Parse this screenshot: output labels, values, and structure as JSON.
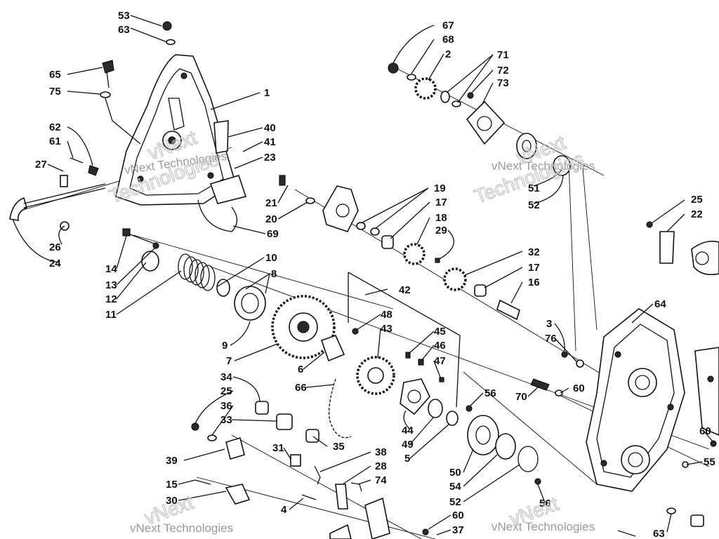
{
  "watermark": {
    "brand": "vNext",
    "line1": "vNext Technologies",
    "line2": "Technologies"
  },
  "labels": {
    "p53": "53",
    "p63a": "63",
    "p65": "65",
    "p75": "75",
    "p1": "1",
    "p40": "40",
    "p41": "41",
    "p23": "23",
    "p62": "62",
    "p61": "61",
    "p27": "27",
    "p21": "21",
    "p20": "20",
    "p69": "69",
    "p26": "26",
    "p24": "24",
    "p14": "14",
    "p13": "13",
    "p12": "12",
    "p11": "11",
    "p10": "10",
    "p8": "8",
    "p9": "9",
    "p7": "7",
    "p6": "6",
    "p66": "66",
    "p34": "34",
    "p25a": "25",
    "p36": "36",
    "p33": "33",
    "p35": "35",
    "p39": "39",
    "p31": "31",
    "p38": "38",
    "p28": "28",
    "p74": "74",
    "p15": "15",
    "p30": "30",
    "p4": "4",
    "p67": "67",
    "p68": "68",
    "p2": "2",
    "p71": "71",
    "p72": "72",
    "p73": "73",
    "p19": "19",
    "p17a": "17",
    "p18": "18",
    "p29": "29",
    "p51": "51",
    "p52a": "52",
    "p32": "32",
    "p17b": "17",
    "p16": "16",
    "p42": "42",
    "p48": "48",
    "p43": "43",
    "p45": "45",
    "p46": "46",
    "p47": "47",
    "p44": "44",
    "p49": "49",
    "p5": "5",
    "p56a": "56",
    "p70": "70",
    "p60a": "60",
    "p3": "3",
    "p76": "76",
    "p50": "50",
    "p54": "54",
    "p52b": "52",
    "p56b": "56",
    "p60b": "60",
    "p37": "37",
    "p25b": "25",
    "p22": "22",
    "p64": "64",
    "p60c": "60",
    "p55": "55",
    "p63b": "63"
  }
}
